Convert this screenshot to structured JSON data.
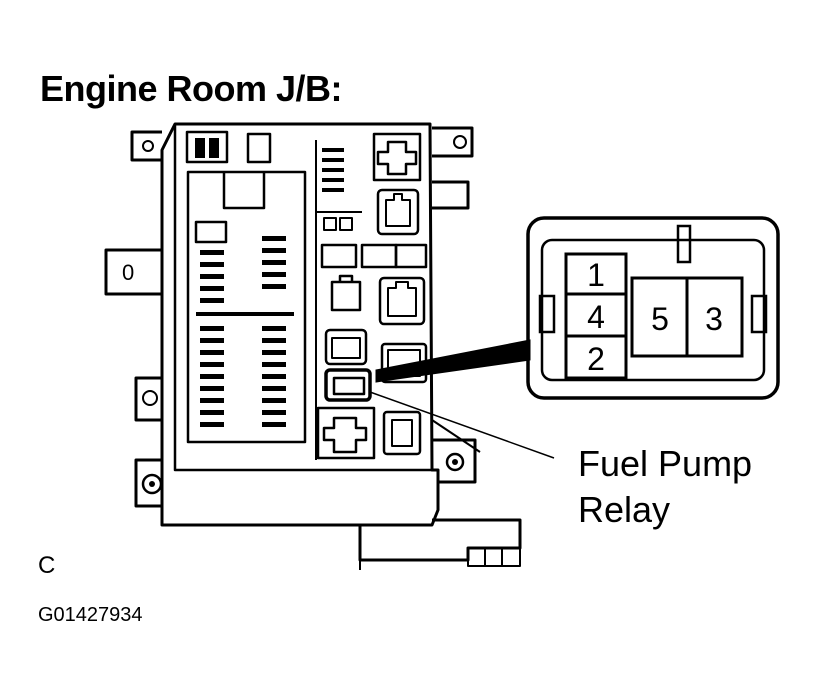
{
  "title": "Engine Room J/B:",
  "callout": {
    "line1": "Fuel Pump",
    "line2": "Relay"
  },
  "panel_label": "C",
  "figure_id": "G01427934",
  "connector": {
    "pins_left": [
      "1",
      "4",
      "2"
    ],
    "pins_right": [
      "5",
      "3"
    ]
  },
  "box_markings": {
    "mount_left": "0"
  }
}
